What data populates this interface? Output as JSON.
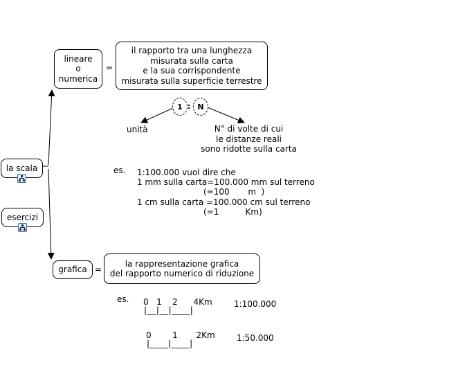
{
  "nodes": {
    "la_scala": "la scala",
    "esercizi": "esercizi",
    "lineare": [
      "lineare",
      "o",
      "numerica"
    ],
    "grafica": "grafica",
    "def_numerica": [
      "il rapporto tra una lunghezza",
      "misurata sulla carta",
      "e la sua corrispondente",
      "misurata sulla superficie terrestre"
    ],
    "def_grafica": [
      "la rappresentazione grafica",
      "del rapporto numerico di riduzione"
    ]
  },
  "links": {
    "equals_1": "=",
    "equals_2": "="
  },
  "ratio": {
    "one": "1",
    "sep": ":",
    "n": "N"
  },
  "ratio_labels": {
    "unit": "unità",
    "n_desc": [
      "N° di volte di cui",
      "le distanze reali",
      "sono ridotte sulla carta"
    ]
  },
  "example_numeric": {
    "es": "es.",
    "lines": [
      "1:100.000 vuol dire che",
      "1 mm sulla carta=100.000 mm sul terreno",
      "(=100       m  )",
      "1 cm sulla carta =100.000 cm sul terreno",
      "(=1          Km)"
    ]
  },
  "example_graphic": {
    "es": "es.",
    "bar1": {
      "ticks": "0   1    2      4Km",
      "bar": "|__|__|____|",
      "scale": "1:100.000"
    },
    "bar2": {
      "ticks": "0        1       2Km",
      "bar": "|____|____|",
      "scale": "1:50.000"
    }
  }
}
